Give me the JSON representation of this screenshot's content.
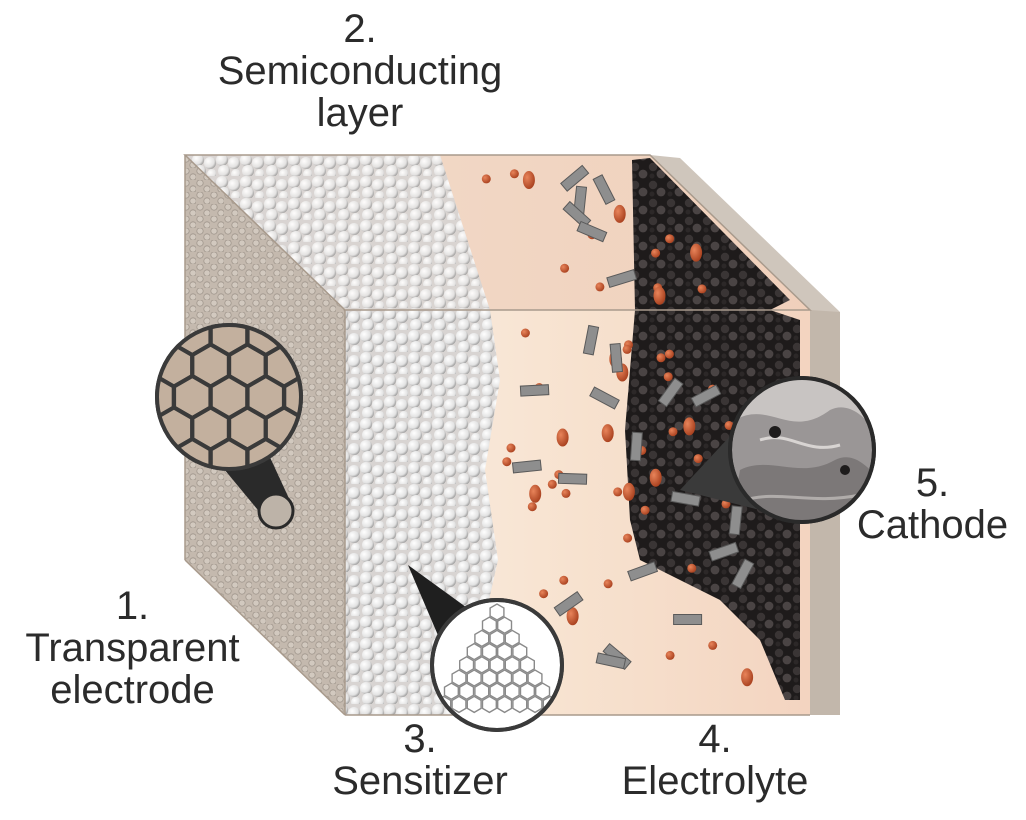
{
  "labels": {
    "semiconducting_layer": {
      "number": "2.",
      "line1": "Semiconducting",
      "line2": "layer"
    },
    "transparent_electrode": {
      "number": "1.",
      "line1": "Transparent",
      "line2": "electrode"
    },
    "sensitizer": {
      "number": "3.",
      "line1": "Sensitizer"
    },
    "electrolyte": {
      "number": "4.",
      "line1": "Electrolyte"
    },
    "cathode": {
      "number": "5.",
      "line1": "Cathode"
    }
  },
  "colors": {
    "electrode_glass": "#b8aa9c",
    "electrolyte_bg": "#f6dcc8",
    "red_ions": "#c0502a",
    "cathode_dark": "#2a2626",
    "side_panel": "#c9bfb4",
    "nanoparticles": "#ebebeb"
  }
}
